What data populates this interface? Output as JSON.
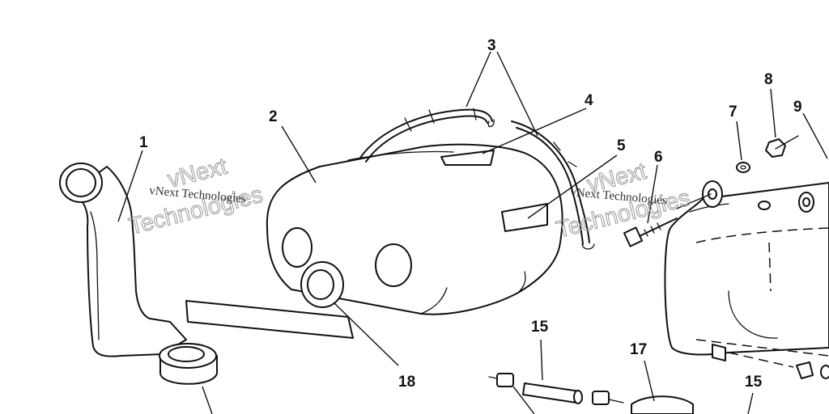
{
  "callouts": [
    {
      "id": "c1",
      "label": "1"
    },
    {
      "id": "c2",
      "label": "2"
    },
    {
      "id": "c3",
      "label": "3"
    },
    {
      "id": "c4",
      "label": "4"
    },
    {
      "id": "c5",
      "label": "5"
    },
    {
      "id": "c6",
      "label": "6"
    },
    {
      "id": "c7",
      "label": "7"
    },
    {
      "id": "c8",
      "label": "8"
    },
    {
      "id": "c9",
      "label": "9"
    },
    {
      "id": "c15a",
      "label": "15"
    },
    {
      "id": "c15b",
      "label": "15"
    },
    {
      "id": "c17",
      "label": "17"
    },
    {
      "id": "c18",
      "label": "18"
    }
  ],
  "watermarks": [
    {
      "small": "vNext Technologies",
      "big_line1": "vNext",
      "big_line2": "Technologies"
    },
    {
      "small": "vNext Technologies",
      "big_line1": "vNext",
      "big_line2": "Technologies"
    }
  ],
  "colors": {
    "line": "#111111",
    "background": "#ffffff",
    "watermark": "#9a9a9a"
  }
}
